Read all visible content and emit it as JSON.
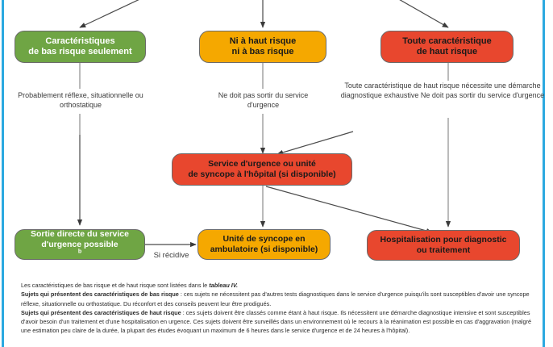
{
  "theme": {
    "green": "#6FA544",
    "orange": "#F5A800",
    "red": "#E8472E",
    "rail_blue": "#2BA9E0",
    "edge_gray": "#4a4a4a",
    "label_gray": "#3b3b3b"
  },
  "nodes": {
    "low_risk": {
      "line1": "Caractéristiques",
      "line2": "de bas risque seulement"
    },
    "neither": {
      "line1": "Ni à haut risque",
      "line2": "ni à bas risque"
    },
    "high_risk": {
      "line1": "Toute caractéristique",
      "line2": "de haut risque"
    },
    "ed_unit": {
      "line1": "Service d'urgence ou unité",
      "line2": "de syncope à l'hôpital (si disponible)"
    },
    "discharge": {
      "line1": "Sortie directe du service",
      "line2": "d'urgence possible",
      "sup": "b"
    },
    "ambulatory": {
      "line1": "Unité de syncope en",
      "line2": "ambulatoire (si disponible)"
    },
    "hospital": {
      "line1": "Hospitalisation pour diagnostic",
      "line2": "ou traitement"
    }
  },
  "edge_labels": {
    "left": {
      "line1": "Probablement réflexe,",
      "line2": "situationnelle ou orthostatique"
    },
    "middle": {
      "line1": "Ne doit pas sortir",
      "line2": "du service d'urgence"
    },
    "right": {
      "line1": "Toute caractéristique de haut risque nécessite",
      "line2": "une démarche diagnostique exhaustive",
      "line3": "Ne doit pas sortir du service d'urgence"
    },
    "recurrence": "Si récidive"
  },
  "footnotes": {
    "line_tableau_pre": "Les caractéristiques de bas risque et de haut risque sont listées dans le ",
    "line_tableau_em": "tableau IV.",
    "low_label": "Sujets qui présentent des caractéristiques de bas risque",
    "low_text": " : ces sujets ne nécessitent pas d'autres tests diagnostiques dans le service d'urgence puisqu'ils sont susceptibles d'avoir une syncope réflexe, situationnelle ou orthostatique. Du réconfort et des conseils peuvent leur être prodigués.",
    "high_label": "Sujets qui présentent des caractéristiques de haut risque",
    "high_text": " : ces sujets doivent être classés comme étant à haut risque. Ils nécessitent une démarche diagnostique intensive et sont susceptibles d'avoir besoin d'un traitement et d'une hospitalisation en urgence. Ces sujets doivent être surveillés dans un environnement où le recours à la réanimation est possible en cas d'aggravation (malgré une estimation peu claire de la durée, la plupart des études évoquant un maximum de 6 heures dans le service d'urgence et de 24 heures à l'hôpital)."
  }
}
